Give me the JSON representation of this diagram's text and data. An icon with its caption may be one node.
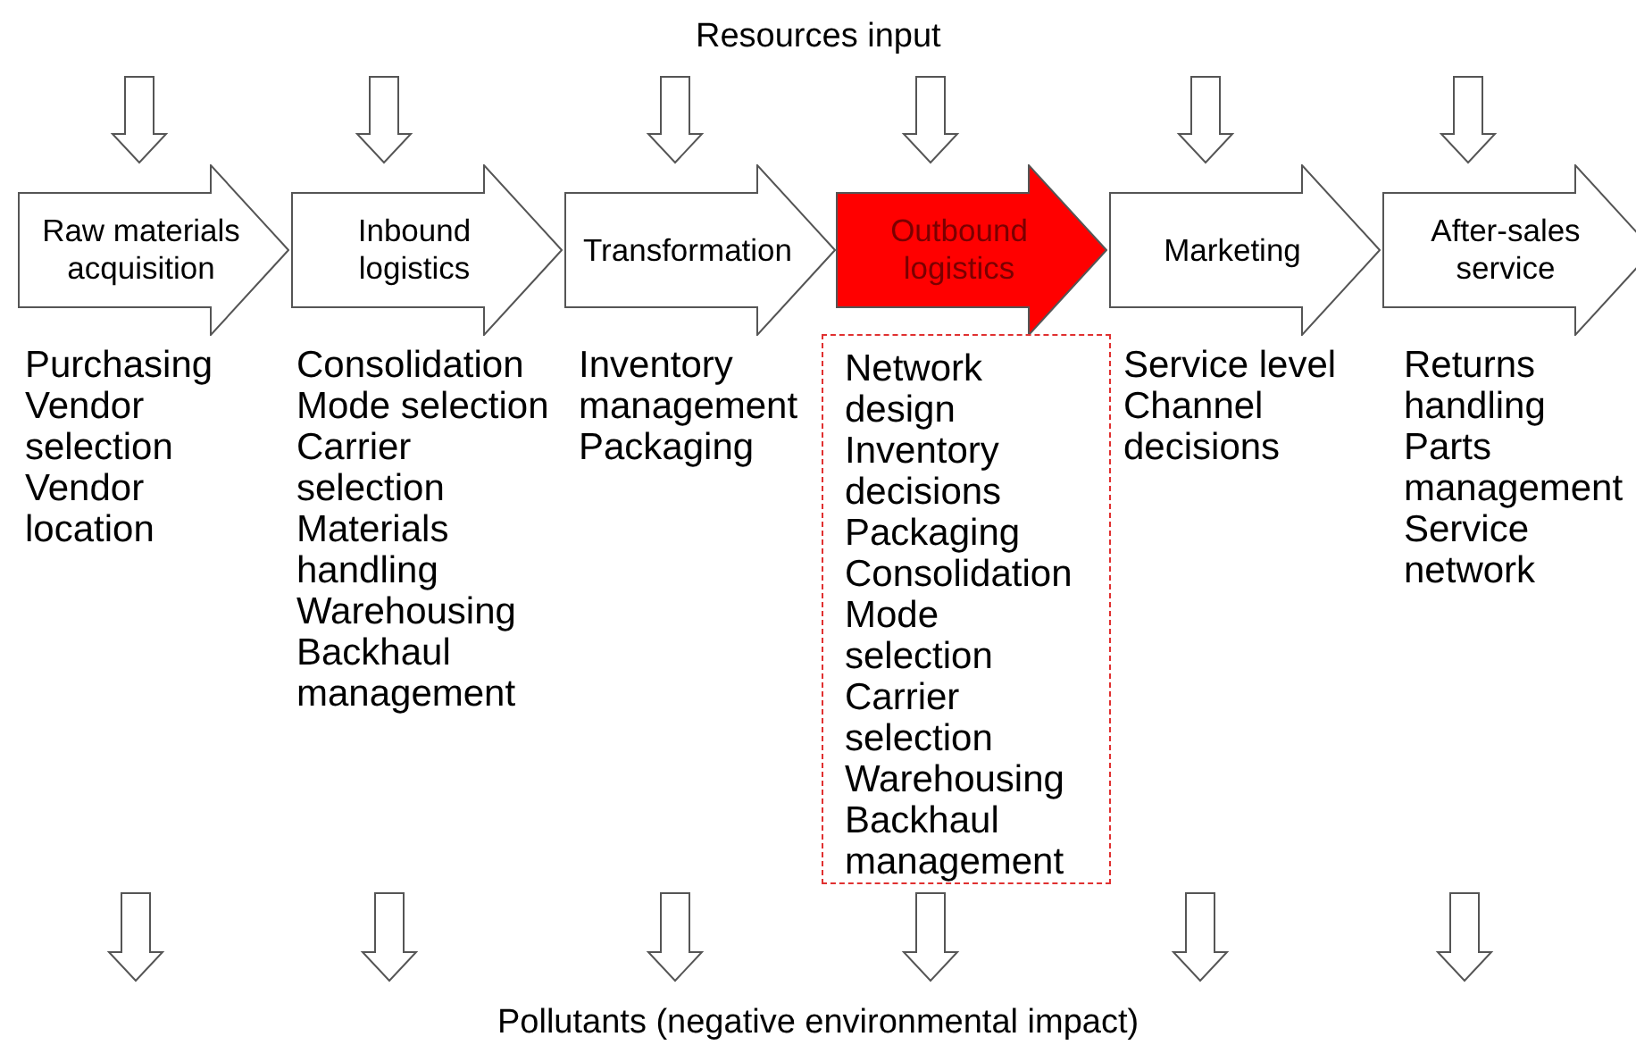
{
  "diagram": {
    "nodes": [
      {
        "text": [
          "Raw materials acquisition"
        ]
      },
      {
        "text": [
          "Inbound logistics"
        ]
      },
      {
        "text": [
          "Transformation"
        ]
      },
      {
        "text": [
          "Outbound logistics"
        ]
      },
      {
        "text": [
          "Marketing"
        ]
      },
      {
        "text": [
          "After-sales service"
        ]
      },
      {
        "text": [
          "Purchasing",
          "Vendor selection",
          "Vendor location"
        ]
      },
      {
        "text": [
          "Consolidation",
          "Mode selection",
          "Carrier selection",
          "Materials handling",
          "Warehousing",
          "Backhaul management"
        ]
      },
      {
        "text": [
          "Inventory management",
          "Packaging"
        ]
      },
      {
        "text": [
          "Network design",
          "Inventory decisions",
          "Packaging",
          "Consolidation",
          "Mode selection",
          "Carrier selection",
          "Warehousing",
          "Backhaul management"
        ]
      },
      {
        "text": [
          "Service level",
          "Channel decisions"
        ]
      },
      {
        "text": [
          "Returns handling",
          "Parts management",
          "Service network"
        ]
      }
    ],
    "edges": [
      {
        "from": null,
        "to": 0,
        "arrow": "to"
      },
      {
        "from": null,
        "to": 1,
        "arrow": "to"
      },
      {
        "from": null,
        "to": 2,
        "arrow": "to"
      },
      {
        "from": null,
        "to": 3,
        "arrow": "to"
      },
      {
        "from": null,
        "to": 4,
        "arrow": "to"
      },
      {
        "from": null,
        "to": 5,
        "arrow": "to"
      }
    ],
    "labels": [
      "Resources input",
      "Pollutants (negative environmental impact)"
    ]
  }
}
